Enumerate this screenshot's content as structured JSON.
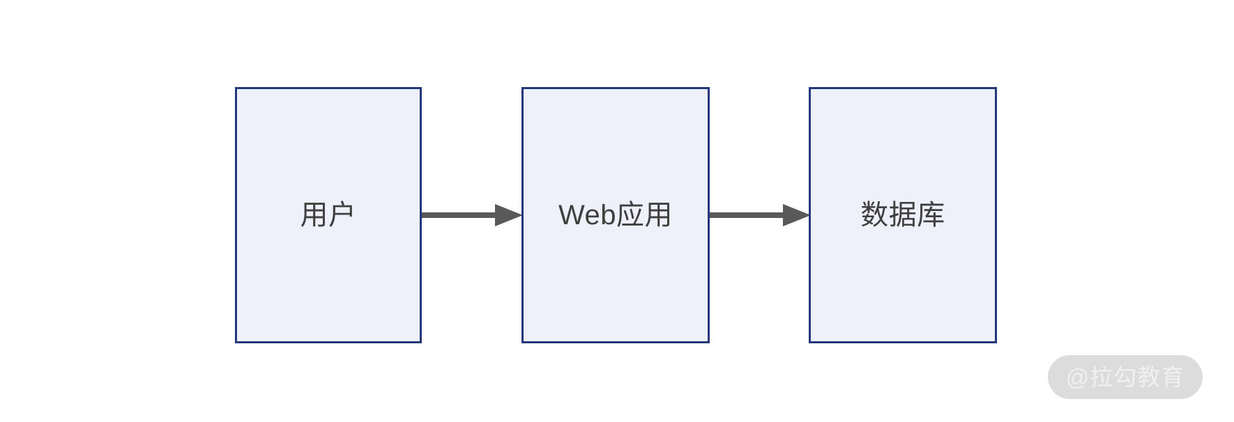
{
  "diagram": {
    "type": "flowchart",
    "orientation": "left-to-right",
    "background_color": "#ffffff",
    "node_fill_color": "#eef1fa",
    "node_border_color": "#23377a",
    "node_text_color": "#3f3f3f",
    "arrow_color": "#595959",
    "nodes": [
      {
        "id": "user",
        "label": "用户"
      },
      {
        "id": "webapp",
        "label": "Web应用"
      },
      {
        "id": "database",
        "label": "数据库"
      }
    ],
    "edges": [
      {
        "id": "user-webapp",
        "from": "用户",
        "to": "Web应用",
        "label": ""
      },
      {
        "id": "webapp-database",
        "from": "Web应用",
        "to": "数据库",
        "label": ""
      }
    ]
  },
  "watermark": {
    "text": "@拉勾教育",
    "pill_color": "#dcdcdc",
    "text_color": "#f0f0f0"
  }
}
